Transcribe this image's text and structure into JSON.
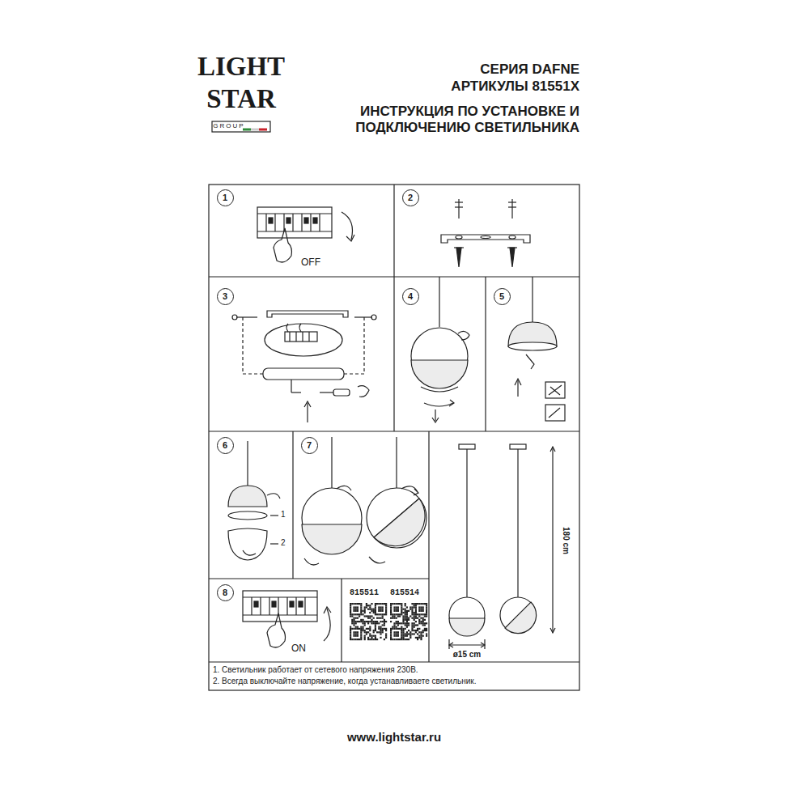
{
  "diagram": {
    "title": "ИНСТРУКЦИЯ ПО УСТАНОВКЕ И ПОДКЛЮЧЕНИЮ СВЕТИЛЬНИКА",
    "caption": "www.lightstar.ru",
    "nodes": [
      {
        "text": [
          "1"
        ]
      },
      {
        "text": [
          "2"
        ]
      },
      {
        "text": [
          "3"
        ]
      },
      {
        "text": [
          "4"
        ]
      },
      {
        "text": [
          "5"
        ]
      },
      {
        "text": [
          "6"
        ]
      },
      {
        "text": [
          "7"
        ]
      },
      {
        "text": [
          "8"
        ]
      }
    ],
    "edges": [],
    "labels": [
      "LIGHT",
      "STAR",
      "GROUP",
      "СЕРИЯ DAFNE",
      "АРТИКУЛЫ 81551X",
      "OFF",
      "1",
      "2",
      "180 cm",
      "815511",
      "815514",
      "ø15 cm",
      "ON",
      "1. Светильник работает от сетевого напряжения 230В.",
      "2. Всегда выключайте напряжение, когда устанавливаете светильник."
    ]
  }
}
